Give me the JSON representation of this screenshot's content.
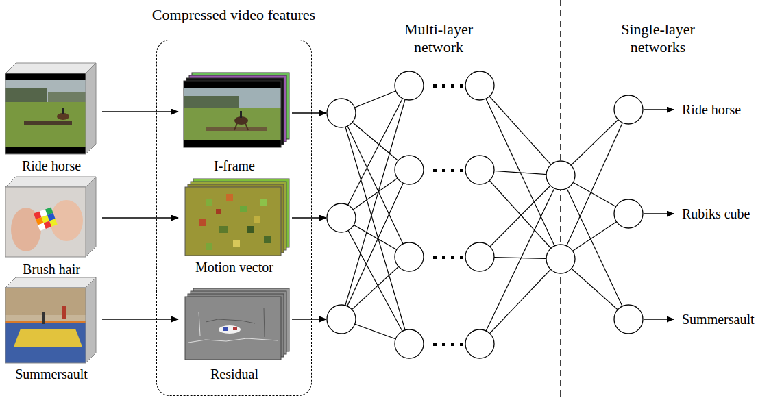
{
  "diagram": {
    "nodes": [
      {
        "text": [
          "Ride horse"
        ]
      },
      {
        "text": [
          "Brush hair"
        ]
      },
      {
        "text": [
          "Summersault"
        ]
      },
      {
        "text": [
          "Compressed video features"
        ]
      },
      {
        "text": [
          "I-frame"
        ],
        "in": 3
      },
      {
        "text": [
          "Motion vector"
        ],
        "in": 3
      },
      {
        "text": [
          "Residual"
        ],
        "in": 3
      }
    ],
    "edges": [
      {
        "from": 0,
        "to": 4,
        "arrow": "to"
      },
      {
        "from": 1,
        "to": 5,
        "arrow": "to"
      },
      {
        "from": 2,
        "to": 6,
        "arrow": "to"
      }
    ],
    "labels": [
      "Multi-layer network",
      "Single-layer networks",
      "Ride horse",
      "Rubiks cube",
      "Summersault"
    ]
  }
}
